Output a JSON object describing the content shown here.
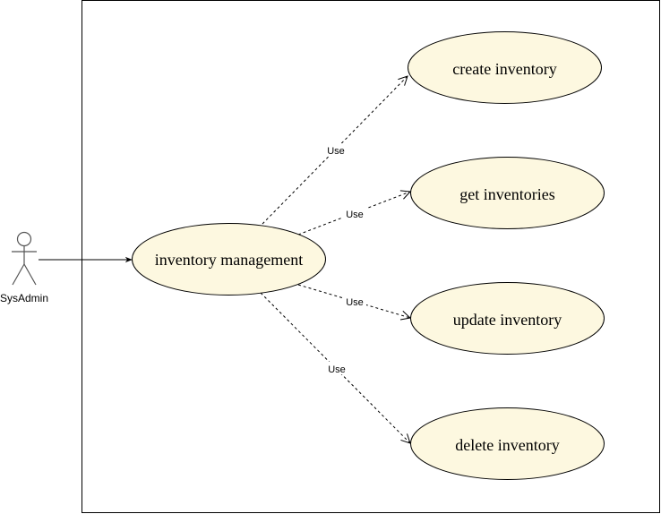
{
  "diagram": {
    "colors": {
      "usecase_fill": "#fdf8e0",
      "stroke": "#000000",
      "actor_stroke": "#555555"
    },
    "actor": {
      "label": "SysAdmin"
    },
    "main_use_case": {
      "label": "inventory management"
    },
    "use_cases": [
      {
        "label": "create inventory"
      },
      {
        "label": "get inventories"
      },
      {
        "label": "update inventory"
      },
      {
        "label": "delete inventory"
      }
    ],
    "edges": [
      {
        "label": "Use"
      },
      {
        "label": "Use"
      },
      {
        "label": "Use"
      },
      {
        "label": "Use"
      }
    ]
  }
}
